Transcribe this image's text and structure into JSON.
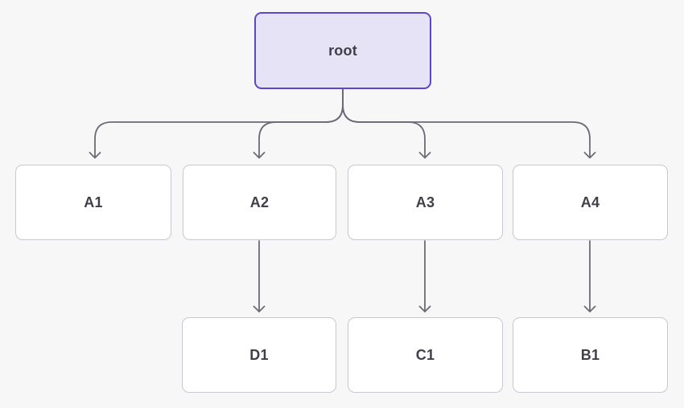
{
  "diagram": {
    "type": "tree",
    "nodes": {
      "root": {
        "id": "root",
        "label": "root",
        "level": 0
      },
      "a1": {
        "id": "A1",
        "label": "A1",
        "level": 1
      },
      "a2": {
        "id": "A2",
        "label": "A2",
        "level": 1
      },
      "a3": {
        "id": "A3",
        "label": "A3",
        "level": 1
      },
      "a4": {
        "id": "A4",
        "label": "A4",
        "level": 1
      },
      "d1": {
        "id": "D1",
        "label": "D1",
        "level": 2
      },
      "c1": {
        "id": "C1",
        "label": "C1",
        "level": 2
      },
      "b1": {
        "id": "B1",
        "label": "B1",
        "level": 2
      }
    },
    "edges": [
      {
        "from": "root",
        "to": "A1",
        "arrow": true
      },
      {
        "from": "root",
        "to": "A2",
        "arrow": true
      },
      {
        "from": "root",
        "to": "A3",
        "arrow": true
      },
      {
        "from": "root",
        "to": "A4",
        "arrow": true
      },
      {
        "from": "A2",
        "to": "D1",
        "arrow": true
      },
      {
        "from": "A3",
        "to": "C1",
        "arrow": true
      },
      {
        "from": "A4",
        "to": "B1",
        "arrow": true
      }
    ],
    "colors": {
      "background": "#f7f7f8",
      "root_fill": "#e7e3f6",
      "root_border": "#5a48c8",
      "node_fill": "#ffffff",
      "node_border": "#c8c8d2",
      "edge": "#6b6b77",
      "text": "#3f3e49"
    }
  }
}
